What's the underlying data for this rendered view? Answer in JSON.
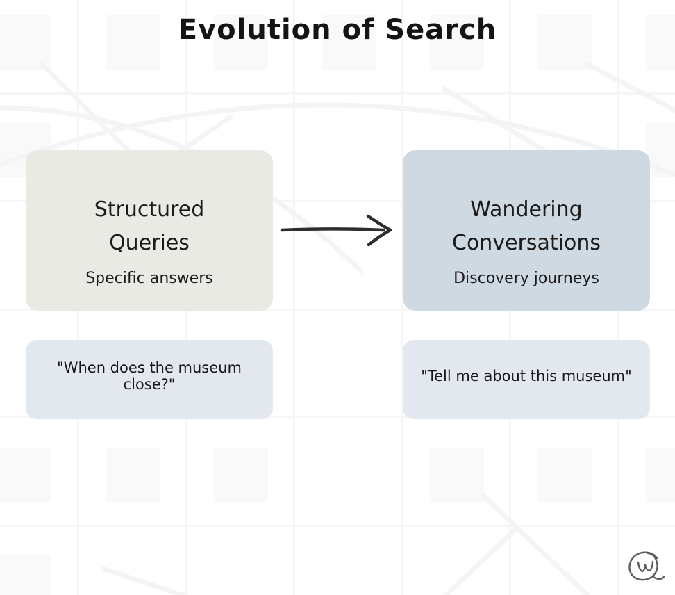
{
  "title": "Evolution of Search",
  "boxes": {
    "left": {
      "title_lines": [
        "Structured",
        "Queries"
      ],
      "subtitle": "Specific answers"
    },
    "right": {
      "title_lines": [
        "Wandering",
        "Conversations"
      ],
      "subtitle": "Discovery journeys"
    }
  },
  "quotes": {
    "left": "\"When does the museum close?\"",
    "right": "\"Tell me about this museum\""
  },
  "icons": {
    "watermark": "circled-w-logo"
  },
  "colors": {
    "left_box": "#e9eae3",
    "right_box": "#cfd9e2",
    "quote_box": "#e3e8ef",
    "arrow": "#2d2d2d",
    "watermark": "#5b5f63"
  }
}
